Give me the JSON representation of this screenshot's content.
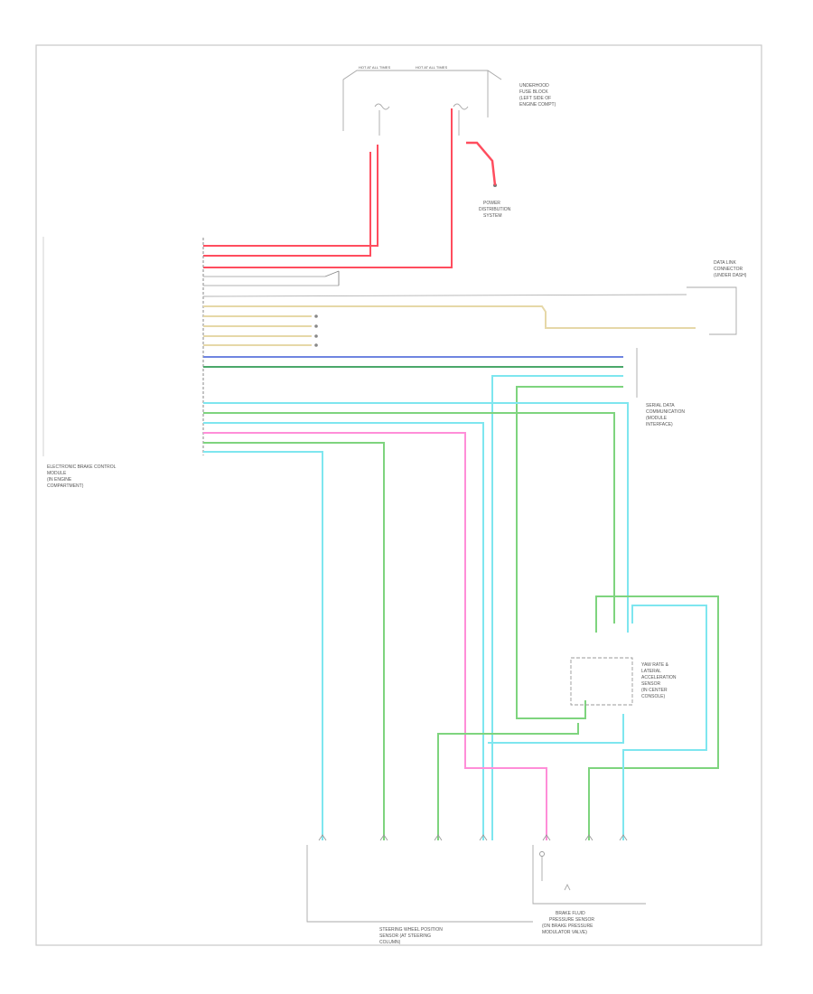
{
  "diagram": {
    "footer_code": "",
    "components": {
      "ecm": {
        "label_lines": [
          "ELECTRONIC BRAKE CONTROL",
          "MODULE",
          "(IN ENGINE",
          "COMPARTMENT)"
        ]
      },
      "yaw_sensor": {
        "label_lines": [
          "YAW RATE &",
          "LATERAL",
          "ACCELERATION",
          "SENSOR",
          "(IN CENTER",
          "CONSOLE)"
        ]
      },
      "steering_angle_sensor": {
        "label_lines": [
          "STEERING WHEEL POSITION",
          "SENSOR (AT STEERING",
          "COLUMN)"
        ]
      },
      "brake_pressure_sensor": {
        "label_lines": [
          "BRAKE FLUID",
          "PRESSURE SENSOR",
          "(ON BRAKE PRESSURE",
          "MODULATOR VALVE)"
        ]
      },
      "fuse_block": {
        "label_lines": [
          "UNDERHOOD",
          "FUSE BLOCK",
          "(LEFT SIDE OF",
          "ENGINE COMPT)"
        ]
      },
      "power_distribution": {
        "label_lines": [
          "POWER",
          "DISTRIBUTION",
          "SYSTEM"
        ]
      },
      "data_link": {
        "label_lines": [
          "DATA LINK",
          "CONNECTOR",
          "(UNDER DASH)"
        ]
      },
      "communication": {
        "label_lines": [
          "SERIAL DATA",
          "COMMUNICATION",
          "(MODULE",
          "INTERFACE)"
        ]
      },
      "fuse_labels": [
        "HOT AT ALL TIMES",
        "HOT AT ALL TIMES"
      ]
    }
  }
}
